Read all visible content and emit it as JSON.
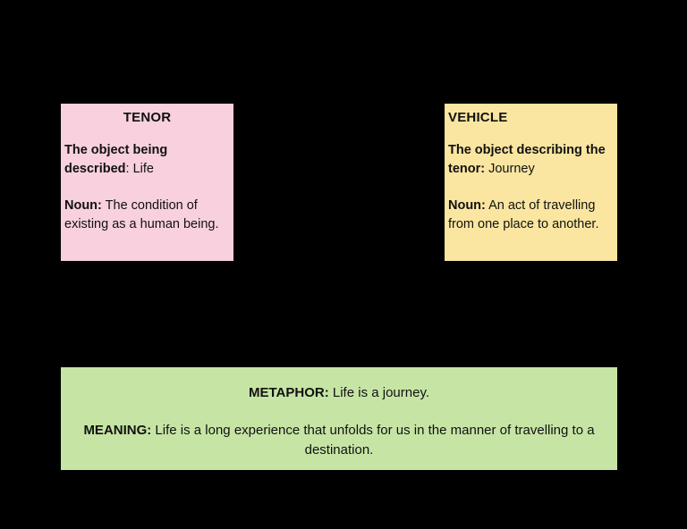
{
  "background_color": "#000000",
  "cards": {
    "tenor": {
      "title": "TENOR",
      "color": "#f8d0de",
      "definition_label": "The object being described",
      "definition_colon": ": ",
      "definition_value": "Life",
      "part_of_speech_label": "Noun:",
      "part_of_speech_text": " The condition of existing as a human being."
    },
    "vehicle": {
      "title": "VEHICLE",
      "color": "#fae6a0",
      "definition_label": "The object describing the tenor:",
      "definition_value": " Journey",
      "part_of_speech_label": "Noun:",
      "part_of_speech_text": " An act of travelling from one place to another."
    },
    "metaphor": {
      "color": "#c6e5a5",
      "metaphor_label": "METAPHOR:",
      "metaphor_text": " Life is a journey.",
      "meaning_label": "MEANING:",
      "meaning_text": " Life is a long experience that unfolds for us in the manner of travelling to a destination."
    }
  }
}
